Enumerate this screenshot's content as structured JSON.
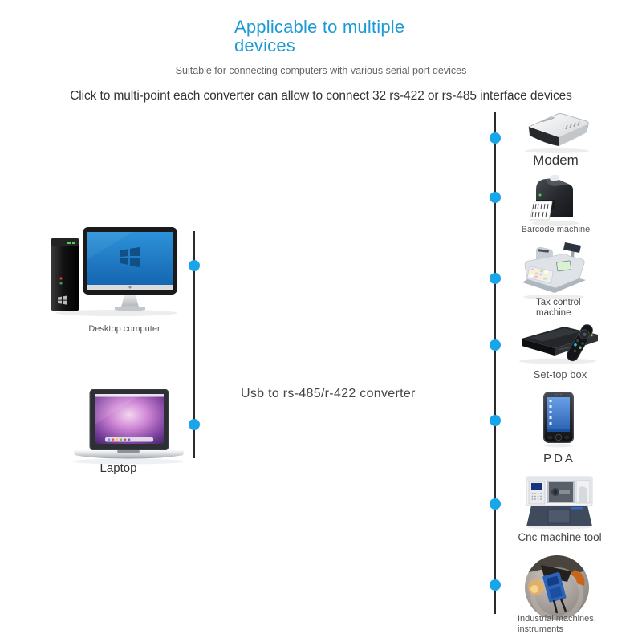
{
  "header": {
    "title_line1": "Applicable to multiple",
    "title_line2": "devices",
    "subtitle": "Suitable for connecting computers with various serial port devices",
    "headline": "Click to multi-point each converter can allow to connect 32 rs-422 or rs-485 interface devices"
  },
  "center": {
    "converter_label": "Usb to rs-485/r-422 converter"
  },
  "left_devices": [
    {
      "name": "desktop-computer",
      "label": "Desktop computer"
    },
    {
      "name": "laptop",
      "label": "Laptop"
    }
  ],
  "right_devices": [
    {
      "name": "modem",
      "label": "Modem"
    },
    {
      "name": "barcode-machine",
      "label": "Barcode machine"
    },
    {
      "name": "tax-control-machine",
      "label_lines": [
        "Tax control",
        "machine"
      ]
    },
    {
      "name": "set-top-box",
      "label": "Set-top box"
    },
    {
      "name": "pda",
      "label": "PDA"
    },
    {
      "name": "cnc-machine-tool",
      "label": "Cnc machine tool"
    },
    {
      "name": "industrial-machines",
      "label_lines": [
        "Industrial machines,",
        "instruments"
      ]
    }
  ],
  "colors": {
    "title_blue": "#1b9ad6",
    "connector_dot": "#18a5e9",
    "connector_line": "#2b2b2b"
  }
}
